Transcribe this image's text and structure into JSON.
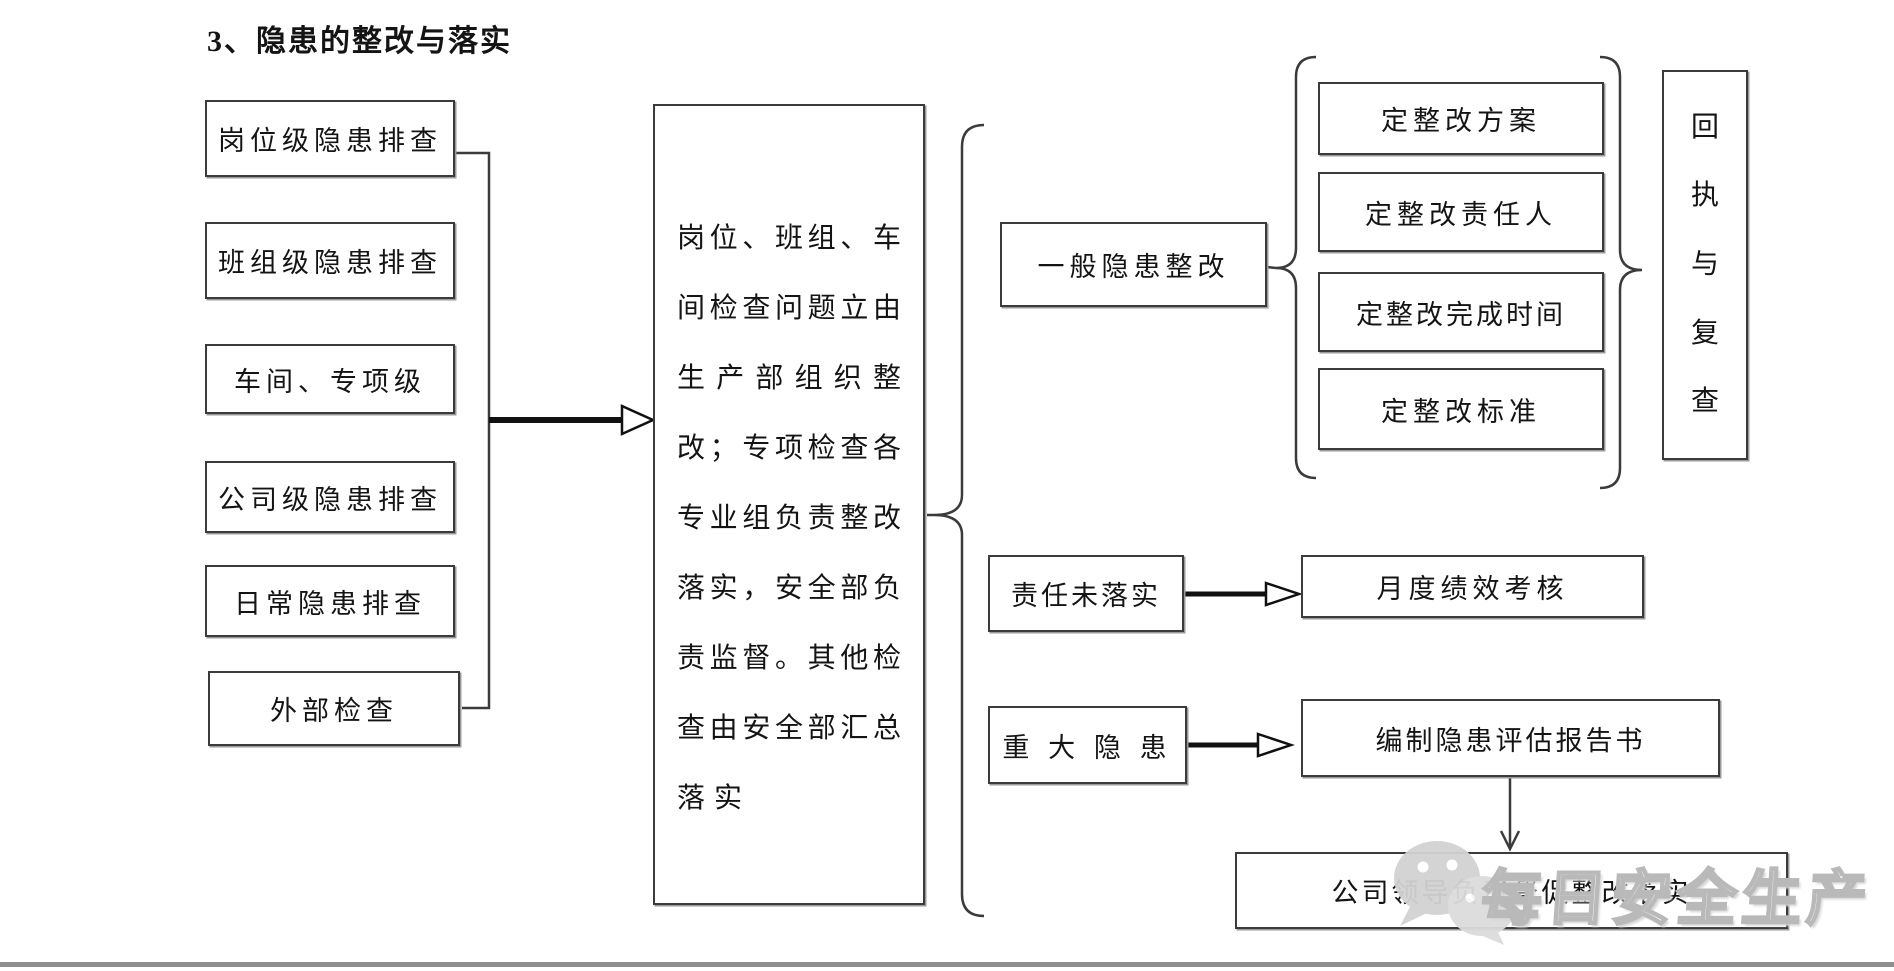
{
  "page": {
    "title": "3、隐患的整改与落实"
  },
  "left_column": [
    "岗位级隐患排查",
    "班组级隐患排查",
    "车间、专项级",
    "公司级隐患排查",
    "日常隐患排查",
    "外部检查"
  ],
  "process_box": {
    "lines": [
      "岗位、班组、车",
      "间检查问题立由",
      "生产部组织整",
      "改；专项检查各",
      "专业组负责整改",
      "落实，安全部负",
      "责监督。其他检",
      "查由安全部汇总",
      "落实"
    ]
  },
  "general_branch": {
    "label": "一般隐患整改",
    "steps": [
      "定整改方案",
      "定整改责任人",
      "定整改完成时间",
      "定整改标准"
    ],
    "result_chars": [
      "回",
      "执",
      "与",
      "复",
      "查"
    ]
  },
  "unimplemented_branch": {
    "label": "责任未落实",
    "result": "月度绩效考核"
  },
  "major_branch": {
    "label": "重 大 隐 患",
    "report": "编制隐患评估报告书",
    "final": "公司领导负责督促整改落实"
  },
  "watermark": {
    "text": "每日安全生产",
    "icon": "wechat-icon"
  },
  "colors": {
    "line": "#3b3b3b",
    "watermark_gray": "#b9b9b9",
    "icon_gray": "#d2d2d2"
  }
}
